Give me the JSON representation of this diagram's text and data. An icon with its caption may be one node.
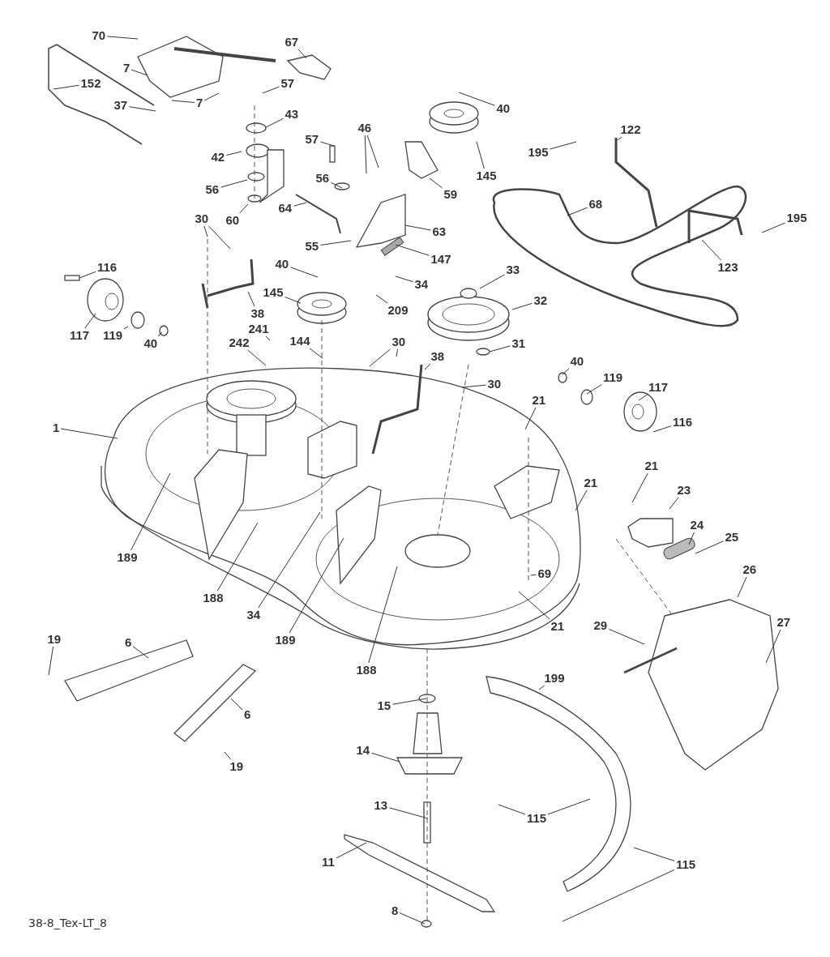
{
  "diagram": {
    "nodes": [
      {
        "text": [
          "70"
        ]
      },
      {
        "text": [
          "67"
        ]
      },
      {
        "text": [
          "7"
        ]
      },
      {
        "text": [
          "152"
        ]
      },
      {
        "text": [
          "57"
        ]
      },
      {
        "text": [
          "7"
        ]
      },
      {
        "text": [
          "37"
        ]
      },
      {
        "text": [
          "43"
        ]
      },
      {
        "text": [
          "40"
        ]
      },
      {
        "text": [
          "46"
        ]
      },
      {
        "text": [
          "42"
        ]
      },
      {
        "text": [
          "57"
        ]
      },
      {
        "text": [
          "122"
        ]
      },
      {
        "text": [
          "195"
        ]
      },
      {
        "text": [
          "145"
        ]
      },
      {
        "text": [
          "56"
        ]
      },
      {
        "text": [
          "56"
        ]
      },
      {
        "text": [
          "59"
        ]
      },
      {
        "text": [
          "64"
        ]
      },
      {
        "text": [
          "60"
        ]
      },
      {
        "text": [
          "68"
        ]
      },
      {
        "text": [
          "30"
        ]
      },
      {
        "text": [
          "55"
        ]
      },
      {
        "text": [
          "63"
        ]
      },
      {
        "text": [
          "195"
        ]
      },
      {
        "text": [
          "147"
        ]
      },
      {
        "text": [
          "123"
        ]
      },
      {
        "text": [
          "116"
        ]
      },
      {
        "text": [
          "40"
        ]
      },
      {
        "text": [
          "34"
        ]
      },
      {
        "text": [
          "33"
        ]
      },
      {
        "text": [
          "145"
        ]
      },
      {
        "text": [
          "38"
        ]
      },
      {
        "text": [
          "209"
        ]
      },
      {
        "text": [
          "32"
        ]
      },
      {
        "text": [
          "117"
        ]
      },
      {
        "text": [
          "119"
        ]
      },
      {
        "text": [
          "40"
        ]
      },
      {
        "text": [
          "241"
        ]
      },
      {
        "text": [
          "30"
        ]
      },
      {
        "text": [
          "144"
        ]
      },
      {
        "text": [
          "242"
        ]
      },
      {
        "text": [
          "31"
        ]
      },
      {
        "text": [
          "38"
        ]
      },
      {
        "text": [
          "30"
        ]
      },
      {
        "text": [
          "40"
        ]
      },
      {
        "text": [
          "119"
        ]
      },
      {
        "text": [
          "117"
        ]
      },
      {
        "text": [
          "21"
        ]
      },
      {
        "text": [
          "116"
        ]
      },
      {
        "text": [
          "1"
        ]
      },
      {
        "text": [
          "21"
        ]
      },
      {
        "text": [
          "21"
        ]
      },
      {
        "text": [
          "23"
        ]
      },
      {
        "text": [
          "24"
        ]
      },
      {
        "text": [
          "25"
        ]
      },
      {
        "text": [
          "69"
        ]
      },
      {
        "text": [
          "26"
        ]
      },
      {
        "text": [
          "189"
        ]
      },
      {
        "text": [
          "188"
        ]
      },
      {
        "text": [
          "34"
        ]
      },
      {
        "text": [
          "21"
        ]
      },
      {
        "text": [
          "27"
        ]
      },
      {
        "text": [
          "189"
        ]
      },
      {
        "text": [
          "29"
        ]
      },
      {
        "text": [
          "188"
        ]
      },
      {
        "text": [
          "6"
        ]
      },
      {
        "text": [
          "19"
        ]
      },
      {
        "text": [
          "199"
        ]
      },
      {
        "text": [
          "15"
        ]
      },
      {
        "text": [
          "6"
        ]
      },
      {
        "text": [
          "14"
        ]
      },
      {
        "text": [
          "19"
        ]
      },
      {
        "text": [
          "115"
        ]
      },
      {
        "text": [
          "13"
        ]
      },
      {
        "text": [
          "11"
        ]
      },
      {
        "text": [
          "115"
        ]
      },
      {
        "text": [
          "8"
        ]
      }
    ],
    "edges": [
      {
        "from": 0,
        "to": null,
        "arrow": "none"
      },
      {
        "from": 1,
        "to": null,
        "arrow": "none"
      },
      {
        "from": 2,
        "to": null,
        "arrow": "none"
      },
      {
        "from": 3,
        "to": null,
        "arrow": "none"
      },
      {
        "from": 4,
        "to": null,
        "arrow": "none"
      },
      {
        "from": 5,
        "to": null,
        "arrow": "none"
      },
      {
        "from": 5,
        "to": null,
        "arrow": "none"
      },
      {
        "from": 6,
        "to": null,
        "arrow": "none"
      },
      {
        "from": 7,
        "to": null,
        "arrow": "none"
      },
      {
        "from": 8,
        "to": null,
        "arrow": "none"
      },
      {
        "from": 9,
        "to": null,
        "arrow": "none"
      },
      {
        "from": 9,
        "to": null,
        "arrow": "none"
      },
      {
        "from": 10,
        "to": null,
        "arrow": "none"
      },
      {
        "from": 11,
        "to": null,
        "arrow": "none"
      },
      {
        "from": 12,
        "to": null,
        "arrow": "none"
      },
      {
        "from": 13,
        "to": null,
        "arrow": "none"
      },
      {
        "from": 14,
        "to": null,
        "arrow": "none"
      },
      {
        "from": 15,
        "to": null,
        "arrow": "none"
      },
      {
        "from": 16,
        "to": null,
        "arrow": "none"
      },
      {
        "from": 17,
        "to": null,
        "arrow": "none"
      },
      {
        "from": 18,
        "to": null,
        "arrow": "none"
      },
      {
        "from": 19,
        "to": null,
        "arrow": "none"
      },
      {
        "from": 20,
        "to": null,
        "arrow": "none"
      },
      {
        "from": 21,
        "to": null,
        "arrow": "none"
      },
      {
        "from": 21,
        "to": null,
        "arrow": "none"
      },
      {
        "from": 22,
        "to": null,
        "arrow": "none"
      },
      {
        "from": 23,
        "to": null,
        "arrow": "none"
      },
      {
        "from": 24,
        "to": null,
        "arrow": "none"
      },
      {
        "from": 25,
        "to": null,
        "arrow": "none"
      },
      {
        "from": 26,
        "to": null,
        "arrow": "none"
      },
      {
        "from": 27,
        "to": null,
        "arrow": "none"
      },
      {
        "from": 28,
        "to": null,
        "arrow": "none"
      },
      {
        "from": 29,
        "to": null,
        "arrow": "none"
      },
      {
        "from": 30,
        "to": null,
        "arrow": "none"
      },
      {
        "from": 31,
        "to": null,
        "arrow": "none"
      },
      {
        "from": 32,
        "to": null,
        "arrow": "none"
      },
      {
        "from": 33,
        "to": null,
        "arrow": "none"
      },
      {
        "from": 34,
        "to": null,
        "arrow": "none"
      },
      {
        "from": 35,
        "to": null,
        "arrow": "none"
      },
      {
        "from": 36,
        "to": null,
        "arrow": "none"
      },
      {
        "from": 37,
        "to": null,
        "arrow": "none"
      },
      {
        "from": 38,
        "to": null,
        "arrow": "none"
      },
      {
        "from": 39,
        "to": null,
        "arrow": "none"
      },
      {
        "from": 39,
        "to": null,
        "arrow": "none"
      },
      {
        "from": 40,
        "to": null,
        "arrow": "none"
      },
      {
        "from": 41,
        "to": null,
        "arrow": "none"
      },
      {
        "from": 42,
        "to": null,
        "arrow": "none"
      },
      {
        "from": 43,
        "to": null,
        "arrow": "none"
      },
      {
        "from": 44,
        "to": null,
        "arrow": "none"
      },
      {
        "from": 45,
        "to": null,
        "arrow": "none"
      },
      {
        "from": 46,
        "to": null,
        "arrow": "none"
      },
      {
        "from": 47,
        "to": null,
        "arrow": "none"
      },
      {
        "from": 48,
        "to": null,
        "arrow": "none"
      },
      {
        "from": 49,
        "to": null,
        "arrow": "none"
      },
      {
        "from": 50,
        "to": null,
        "arrow": "none"
      },
      {
        "from": 51,
        "to": null,
        "arrow": "none"
      },
      {
        "from": 52,
        "to": null,
        "arrow": "none"
      },
      {
        "from": 53,
        "to": null,
        "arrow": "none"
      },
      {
        "from": 54,
        "to": null,
        "arrow": "none"
      },
      {
        "from": 55,
        "to": null,
        "arrow": "none"
      },
      {
        "from": 56,
        "to": null,
        "arrow": "none"
      },
      {
        "from": 57,
        "to": null,
        "arrow": "none"
      },
      {
        "from": 58,
        "to": null,
        "arrow": "none"
      },
      {
        "from": 59,
        "to": null,
        "arrow": "none"
      },
      {
        "from": 60,
        "to": null,
        "arrow": "none"
      },
      {
        "from": 61,
        "to": null,
        "arrow": "none"
      },
      {
        "from": 62,
        "to": null,
        "arrow": "none"
      },
      {
        "from": 63,
        "to": null,
        "arrow": "none"
      },
      {
        "from": 64,
        "to": null,
        "arrow": "none"
      },
      {
        "from": 65,
        "to": null,
        "arrow": "none"
      },
      {
        "from": 66,
        "to": null,
        "arrow": "none"
      },
      {
        "from": 67,
        "to": null,
        "arrow": "none"
      },
      {
        "from": 68,
        "to": null,
        "arrow": "none"
      },
      {
        "from": 69,
        "to": null,
        "arrow": "none"
      },
      {
        "from": 70,
        "to": null,
        "arrow": "none"
      },
      {
        "from": 71,
        "to": null,
        "arrow": "none"
      },
      {
        "from": 72,
        "to": null,
        "arrow": "none"
      },
      {
        "from": 73,
        "to": null,
        "arrow": "none"
      },
      {
        "from": 73,
        "to": null,
        "arrow": "none"
      },
      {
        "from": 74,
        "to": null,
        "arrow": "none"
      },
      {
        "from": 75,
        "to": null,
        "arrow": "none"
      },
      {
        "from": 76,
        "to": null,
        "arrow": "none"
      },
      {
        "from": 76,
        "to": null,
        "arrow": "none"
      },
      {
        "from": 77,
        "to": null,
        "arrow": "none"
      }
    ],
    "labels": [
      "38-8_Tex-LT_8"
    ]
  }
}
